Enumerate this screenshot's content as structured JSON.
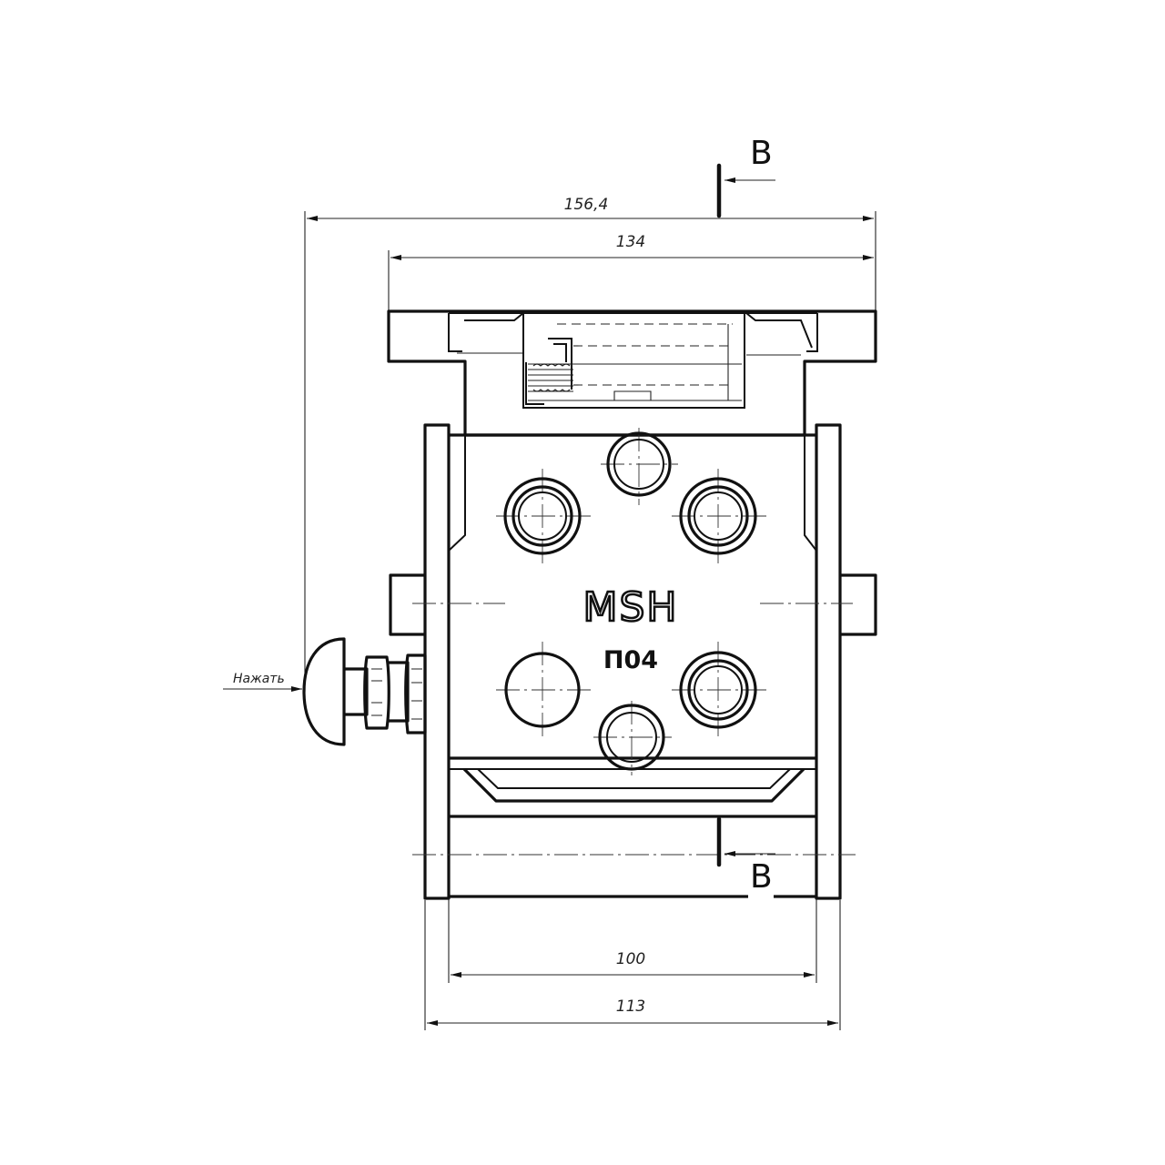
{
  "dimensions": {
    "overall_width": "156,4",
    "plate_width": "134",
    "inner_width": "100",
    "outer_width": "113"
  },
  "section": {
    "top_letter": "B",
    "bottom_letter": "B"
  },
  "labels": {
    "press_note": "Нажать",
    "logo": "MSH",
    "model": "П04"
  }
}
